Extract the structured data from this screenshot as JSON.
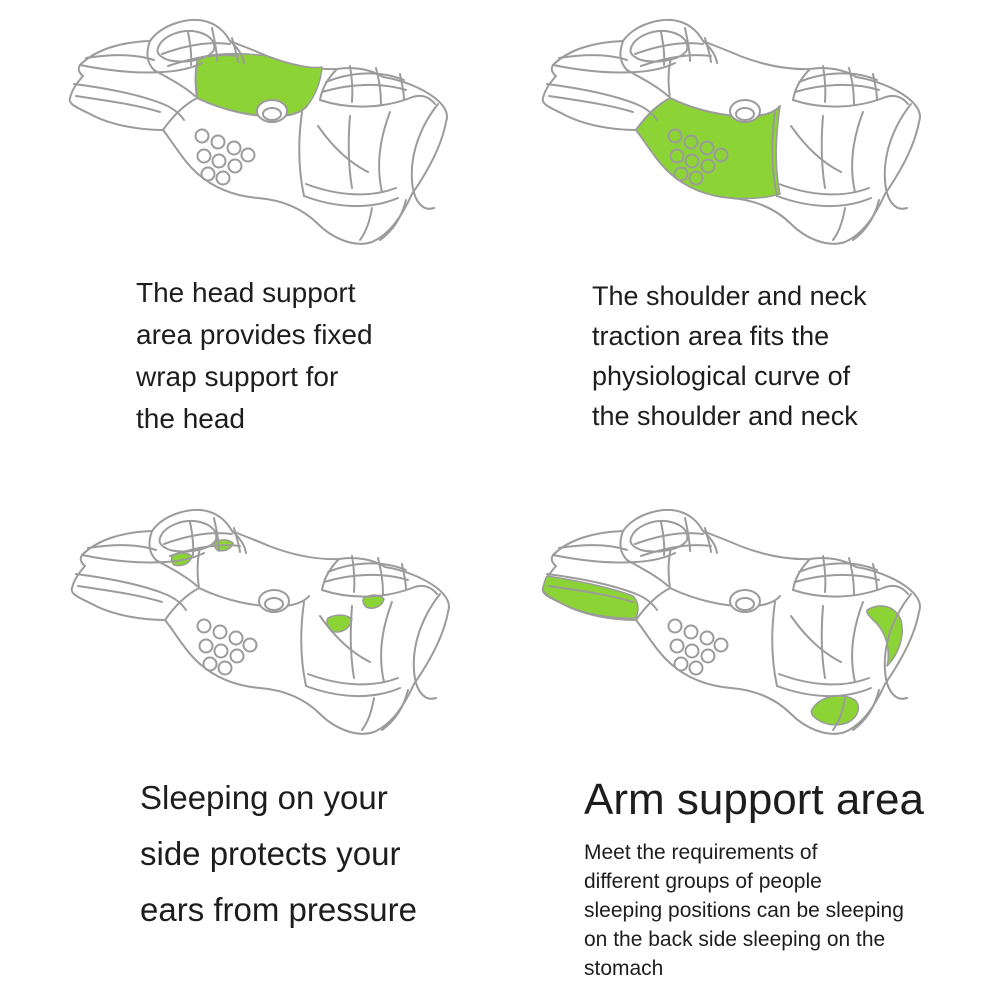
{
  "colors": {
    "highlight_green": "#8cd435",
    "line_gray": "#9b9b9b",
    "text_dark": "#1d1d1d",
    "background": "#ffffff"
  },
  "panels": [
    {
      "id": "head-support",
      "illustration": "contour-pillow-head-support-area-highlighted-icon",
      "caption": "The head support\narea provides fixed\nwrap support for\nthe head"
    },
    {
      "id": "shoulder-neck",
      "illustration": "contour-pillow-shoulder-neck-traction-area-highlighted-icon",
      "caption": "The shoulder and neck\ntraction area fits the\nphysiological curve of\nthe shoulder and neck"
    },
    {
      "id": "side-sleeping",
      "illustration": "contour-pillow-ear-pressure-relief-wells-highlighted-icon",
      "caption": "Sleeping on your\nside protects your\nears from pressure"
    },
    {
      "id": "arm-support",
      "illustration": "contour-pillow-arm-support-areas-highlighted-icon",
      "heading": "Arm support area",
      "caption": "Meet the requirements of\ndifferent groups of people\nsleeping positions can be sleeping\non the back side sleeping on the\nstomach"
    }
  ]
}
